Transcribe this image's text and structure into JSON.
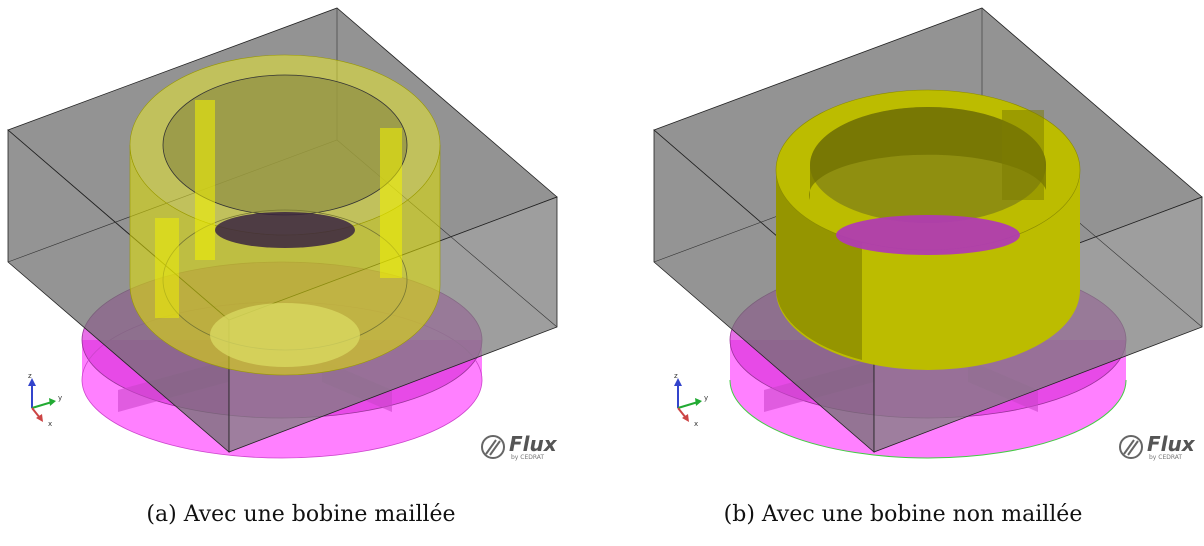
{
  "panels": [
    {
      "caption": "(a) Avec une bobine maillée",
      "logo": {
        "word": "Flux",
        "sub": "by CEDRAT"
      },
      "axes": {
        "z": "z",
        "y": "y",
        "x": "x"
      }
    },
    {
      "caption": "(b) Avec une bobine non maillée",
      "logo": {
        "word": "Flux",
        "sub": "by CEDRAT"
      },
      "axes": {
        "z": "z",
        "y": "y",
        "x": "x"
      }
    }
  ],
  "colors": {
    "box": "#6f6f6f",
    "coil_transparent": "#d6d800",
    "coil_solid": "#c2c200",
    "plate": "#ff44ff"
  }
}
